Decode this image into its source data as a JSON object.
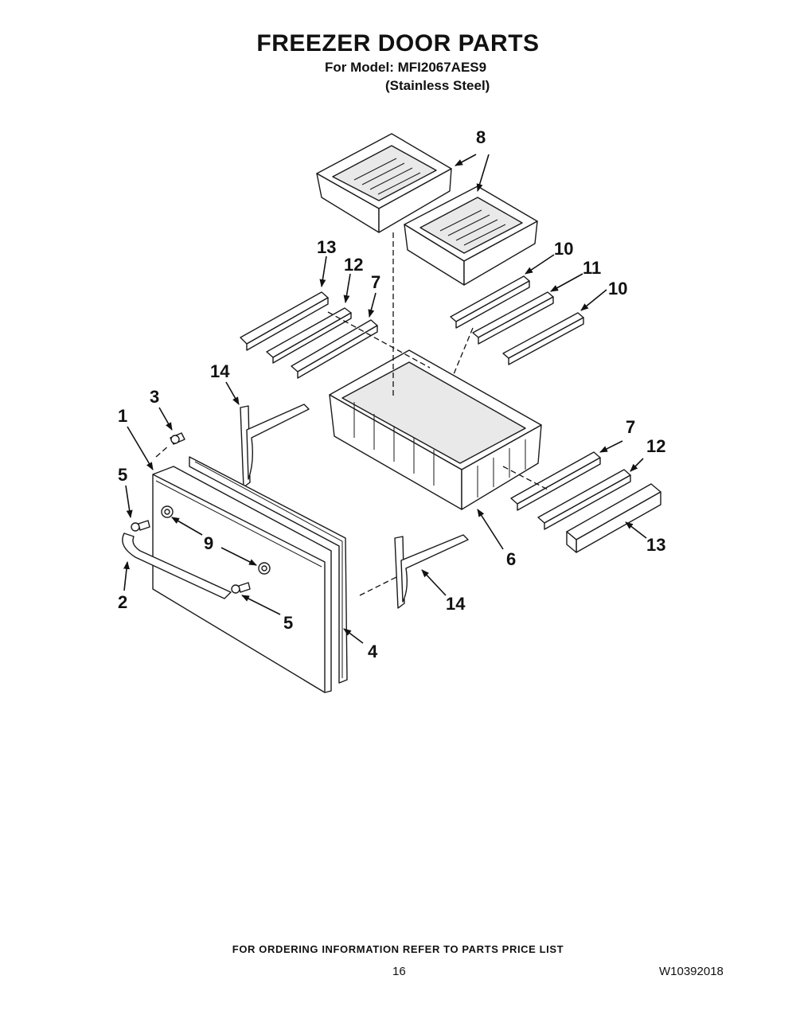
{
  "header": {
    "title": "FREEZER DOOR PARTS",
    "model_line": "For Model: MFI2067AES9",
    "finish_line": "(Stainless Steel)"
  },
  "callouts": {
    "c1": "1",
    "c2": "2",
    "c3": "3",
    "c4": "4",
    "c5a": "5",
    "c5b": "5",
    "c6": "6",
    "c7a": "7",
    "c7b": "7",
    "c8": "8",
    "c9": "9",
    "c10a": "10",
    "c10b": "10",
    "c11": "11",
    "c12a": "12",
    "c12b": "12",
    "c13a": "13",
    "c13b": "13",
    "c14a": "14",
    "c14b": "14"
  },
  "footer": {
    "ordering_note": "FOR ORDERING INFORMATION REFER TO PARTS PRICE LIST",
    "page_number": "16",
    "document_number": "W10392018"
  }
}
